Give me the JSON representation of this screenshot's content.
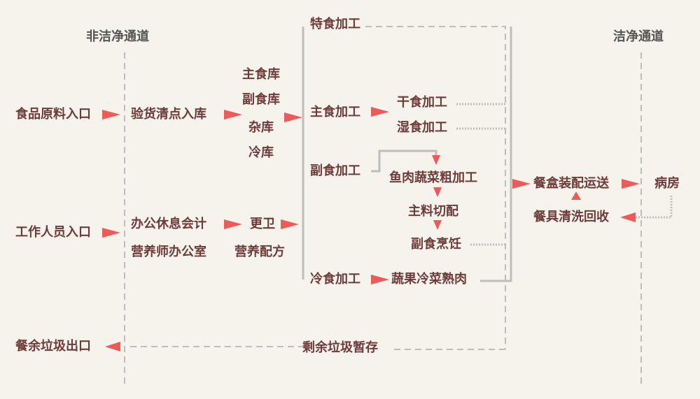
{
  "headers": {
    "non_clean": "非洁净通道",
    "clean": "洁净通道"
  },
  "entrances": {
    "food": "食品原料入口",
    "staff": "工作人员入口",
    "waste_exit": "餐余垃圾出口"
  },
  "receiving": {
    "inspect": "验货清点入库",
    "office": "办公休息会计",
    "nutrition_office": "营养师办公室"
  },
  "storage": {
    "staple": "主食库",
    "side": "副食库",
    "misc": "杂库",
    "cold": "冷库"
  },
  "staff_area": {
    "changing": "更卫",
    "formula": "营养配方"
  },
  "processing": {
    "special": "特食加工",
    "staple": "主食加工",
    "side": "副食加工",
    "cold": "冷食加工"
  },
  "sub_processing": {
    "dry": "干食加工",
    "wet": "湿食加工",
    "rough": "鱼肉蔬菜粗加工",
    "prep": "主料切配",
    "cook": "副食烹饪",
    "cold_dish": "蔬果冷菜熟肉"
  },
  "delivery": {
    "assemble": "餐盒装配运送",
    "recycle": "餐具清洗回收",
    "ward": "病房"
  },
  "waste": {
    "storage": "剩余垃圾暂存"
  },
  "colors": {
    "text": "#6e3b3a",
    "header": "#555555",
    "arrow": "#ec5a5a",
    "line": "#bdbdbd",
    "background": "#f6f3ed"
  }
}
